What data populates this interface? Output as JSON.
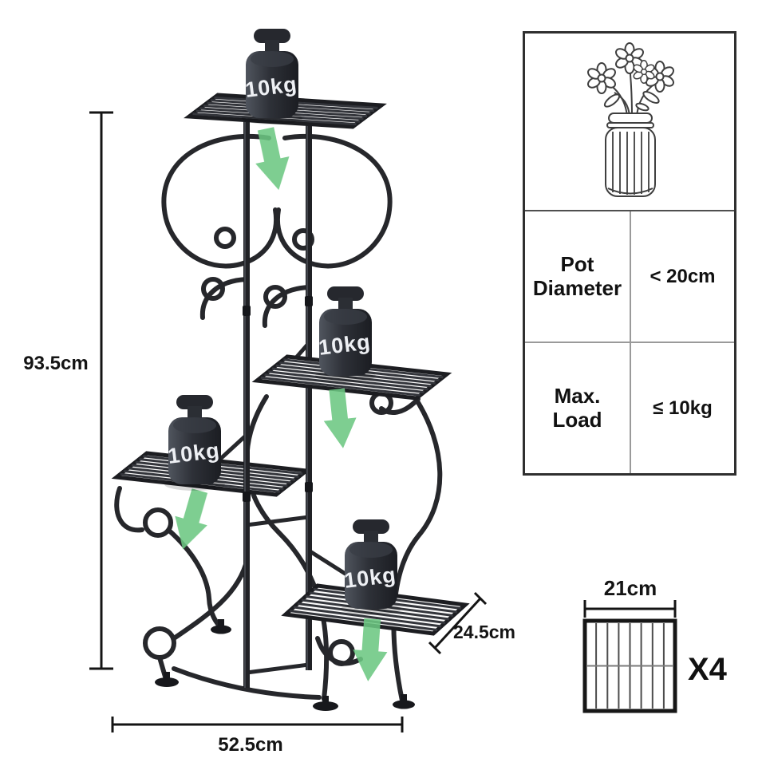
{
  "diagram": {
    "height_label": "93.5cm",
    "width_label": "52.5cm",
    "depth_label": "24.5cm",
    "load_label": "10kg",
    "tier_count": 4
  },
  "spec_table": {
    "rows": [
      {
        "label": "Pot Diameter",
        "value": "< 20cm"
      },
      {
        "label": "Max. Load",
        "value": "≤ 10kg"
      }
    ]
  },
  "shelf_panel": {
    "width_label": "21cm",
    "quantity_label": "X4"
  },
  "colors": {
    "arrow_green": "#6dc882",
    "metal_dark": "#232327",
    "line_black": "#141414"
  }
}
